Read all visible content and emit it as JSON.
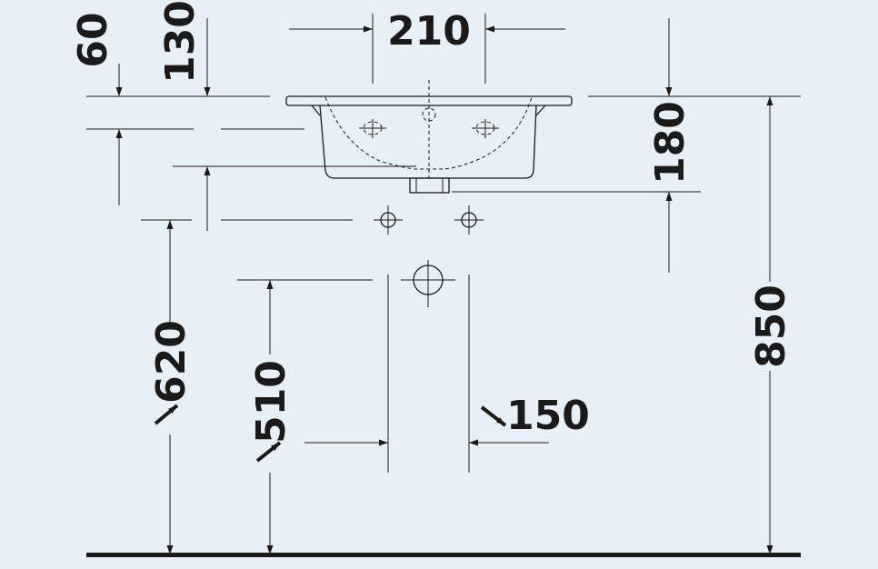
{
  "colors": {
    "background": "#e8f0f7",
    "ink": "#1a1a1a"
  },
  "dimensions": {
    "d60": "60",
    "d130": "130",
    "d210": "210",
    "d180": "180",
    "d850": "850",
    "d620": "620",
    "d510": "510",
    "d150": "150"
  }
}
